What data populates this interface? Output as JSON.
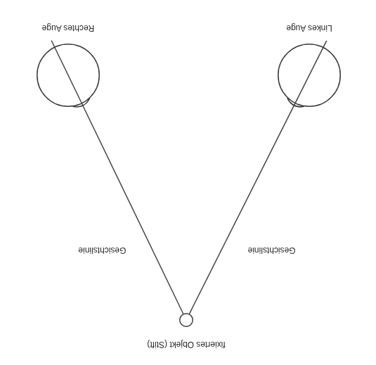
{
  "diagram": {
    "nodes": [
      {
        "text": [
          "Rechtes Auge"
        ]
      },
      {
        "text": [
          "Linkes Auge"
        ]
      },
      {
        "text": [
          "fixiertes Objekt (Stift)"
        ]
      }
    ],
    "edges": [
      {
        "from": 2,
        "to": 0,
        "arrow": "none",
        "label": "Gesichtslinie"
      },
      {
        "from": 2,
        "to": 1,
        "arrow": "none",
        "label": "Gesichtslinie"
      }
    ]
  }
}
